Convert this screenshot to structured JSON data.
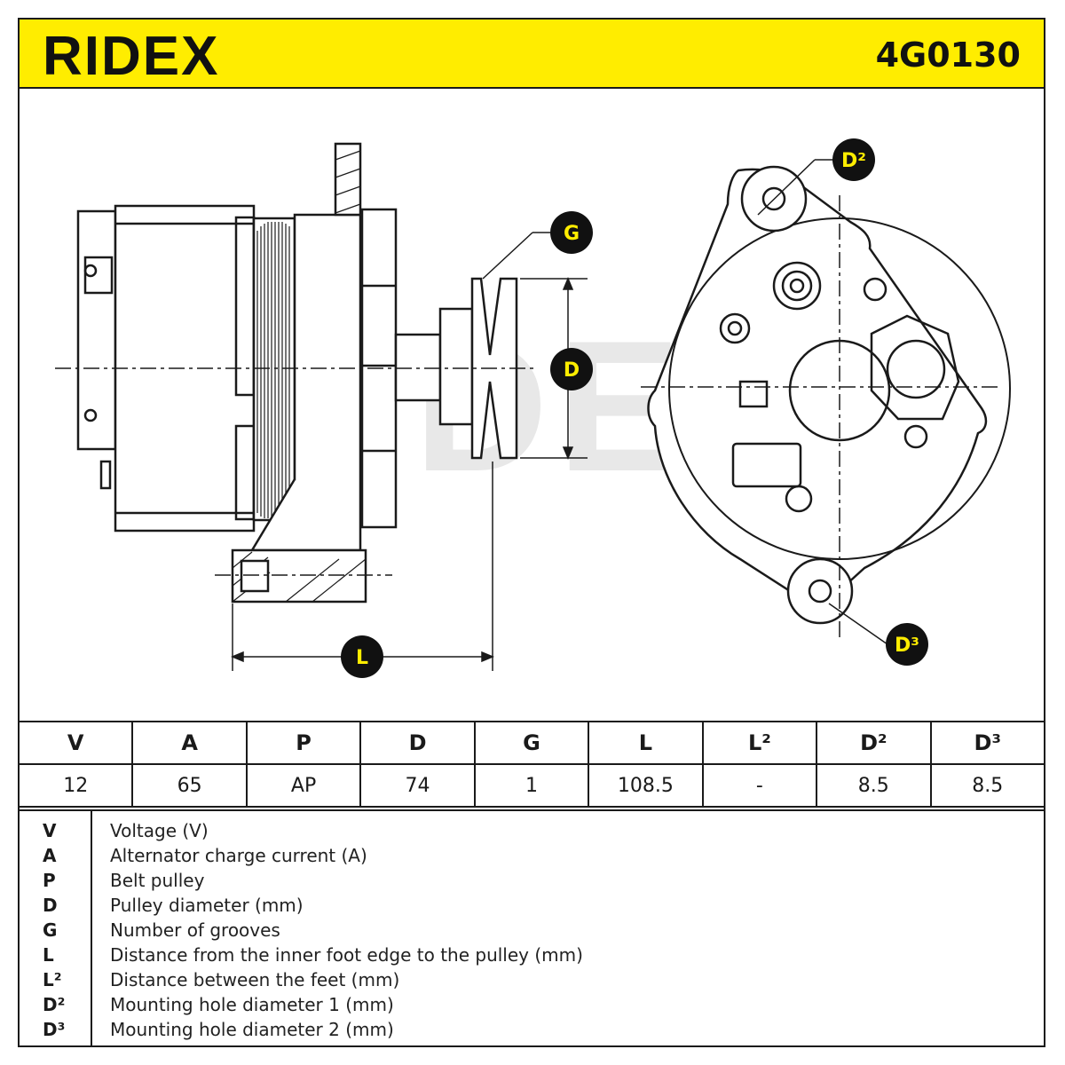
{
  "header": {
    "brand": "RIDEX",
    "part_number": "4G0130",
    "background_color": "#ffed00"
  },
  "drawing": {
    "callouts": {
      "g": "G",
      "d": "D",
      "l": "L",
      "d2": "D²",
      "d3": "D³"
    },
    "watermark": "RIDEX"
  },
  "specs": {
    "headers": [
      "V",
      "A",
      "P",
      "D",
      "G",
      "L",
      "L²",
      "D²",
      "D³"
    ],
    "values": [
      "12",
      "65",
      "AP",
      "74",
      "1",
      "108.5",
      "-",
      "8.5",
      "8.5"
    ]
  },
  "legend": [
    {
      "key": "V",
      "desc": "Voltage (V)"
    },
    {
      "key": "A",
      "desc": "Alternator charge current (A)"
    },
    {
      "key": "P",
      "desc": "Belt pulley"
    },
    {
      "key": "D",
      "desc": "Pulley diameter (mm)"
    },
    {
      "key": "G",
      "desc": "Number of grooves"
    },
    {
      "key": "L",
      "desc": "Distance from the inner foot edge to the pulley (mm)"
    },
    {
      "key": "L²",
      "desc": "Distance between the feet (mm)"
    },
    {
      "key": "D²",
      "desc": "Mounting hole diameter 1 (mm)"
    },
    {
      "key": "D³",
      "desc": "Mounting hole diameter 2 (mm)"
    }
  ]
}
